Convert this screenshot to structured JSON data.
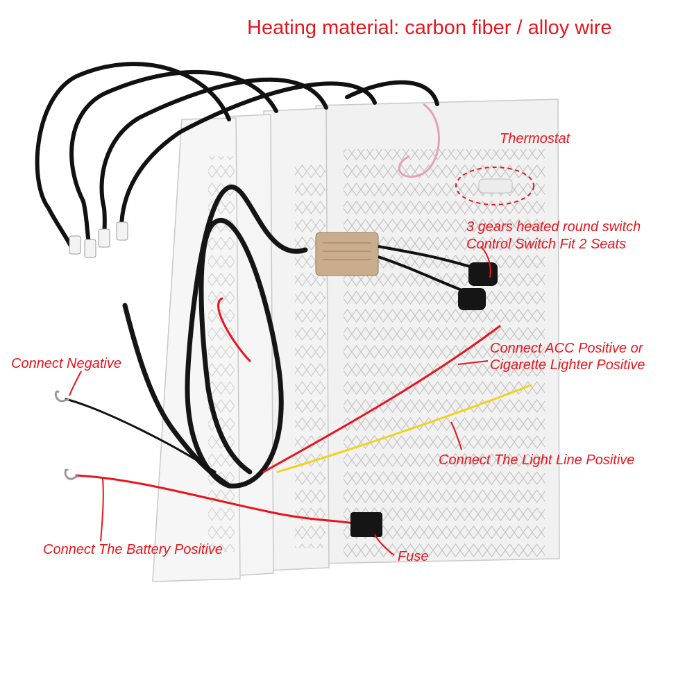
{
  "title": "Heating material: carbon fiber / alloy wire",
  "labels": {
    "thermostat": "Thermostat",
    "switch_line1": "3 gears heated round switch",
    "switch_line2": "Control Switch Fit 2 Seats",
    "acc_line1": "Connect ACC Positive or",
    "acc_line2": "Cigarette Lighter Positive",
    "negative": "Connect Negative",
    "light": "Connect The Light Line Positive",
    "battery": "Connect The Battery Positive",
    "fuse": "Fuse"
  },
  "colors": {
    "label_red": "#e8141c",
    "cable_black": "#111111",
    "wire_red": "#e8141c",
    "wire_yellow": "#f2d21c",
    "pad_white": "#f4f4f4",
    "controller_gold": "#c9ad8c"
  }
}
